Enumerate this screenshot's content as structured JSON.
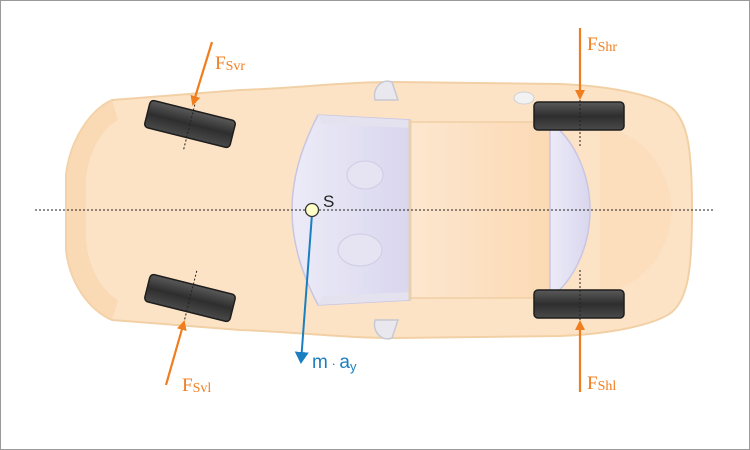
{
  "colors": {
    "force": "#f07d1e",
    "inertia": "#1a7fc1",
    "body_fill": "#fde3c6",
    "body_edge": "#f5d2a8",
    "glass": "#e1def1",
    "tire": "#3a3a3a",
    "cog": "#ffffc8"
  },
  "labels": {
    "f_svr": {
      "main": "F",
      "sub": "Svr"
    },
    "f_svl": {
      "main": "F",
      "sub": "Svl"
    },
    "f_shr": {
      "main": "F",
      "sub": "Shr"
    },
    "f_shl": {
      "main": "F",
      "sub": "Shl"
    },
    "cog": "S",
    "inertia": {
      "m": "m",
      "dot": " · ",
      "a": "a",
      "sub": "y"
    }
  }
}
